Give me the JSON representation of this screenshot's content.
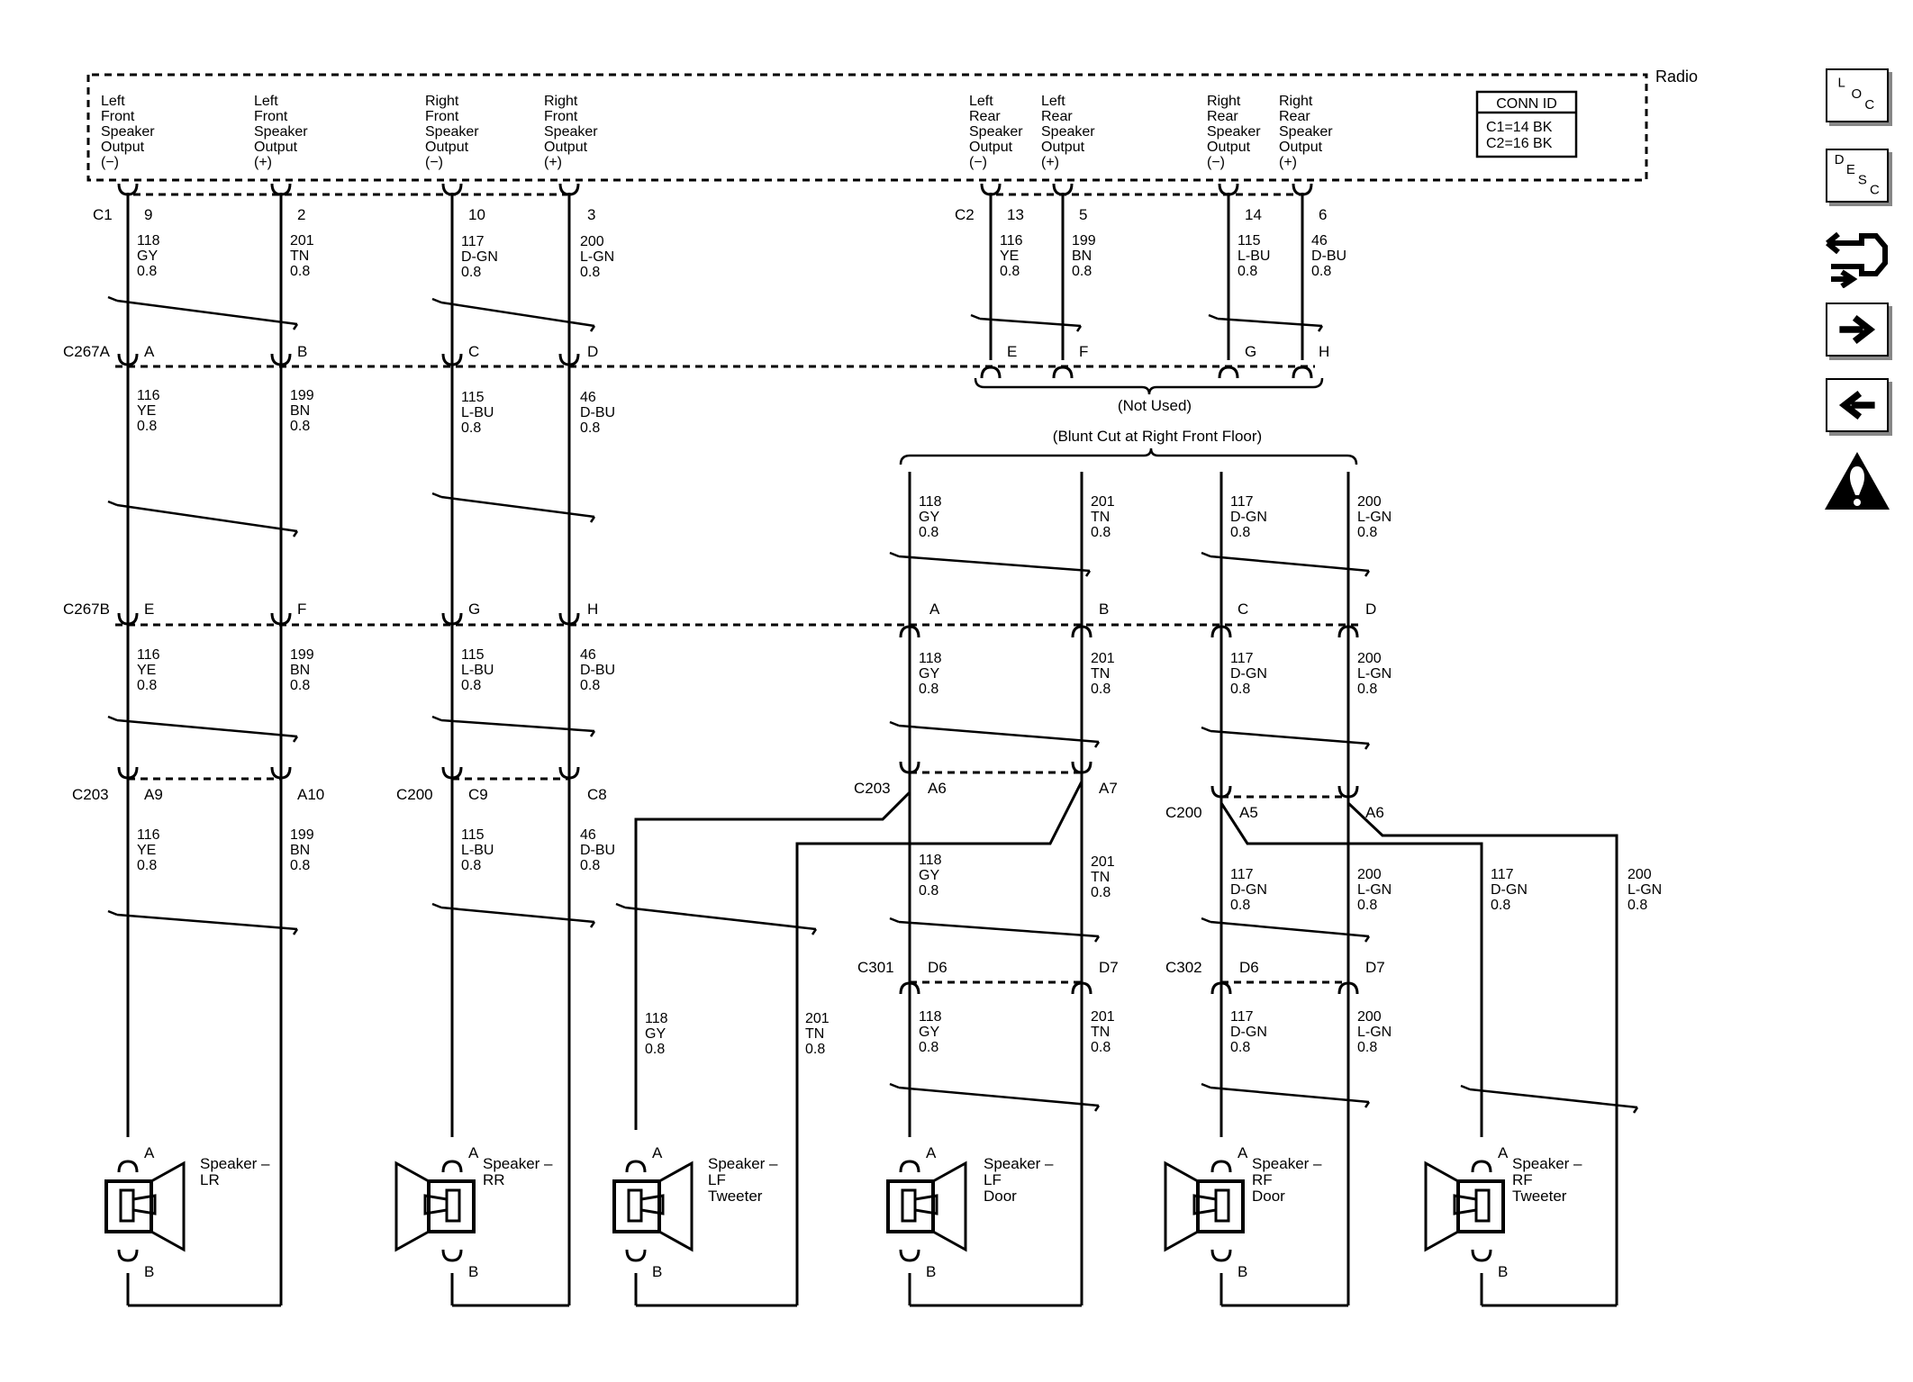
{
  "module": {
    "name": "Radio"
  },
  "conn_id": {
    "title": "CONN ID",
    "rows": [
      "C1=14 BK",
      "C2=16 BK"
    ]
  },
  "radio_outputs": [
    {
      "lines": [
        "Left",
        "Front",
        "Speaker",
        "Output",
        "(−)"
      ]
    },
    {
      "lines": [
        "Left",
        "Front",
        "Speaker",
        "Output",
        "(+)"
      ]
    },
    {
      "lines": [
        "Right",
        "Front",
        "Speaker",
        "Output",
        "(−)"
      ]
    },
    {
      "lines": [
        "Right",
        "Front",
        "Speaker",
        "Output",
        "(+)"
      ]
    },
    {
      "lines": [
        "Left",
        "Rear",
        "Speaker",
        "Output",
        "(−)"
      ]
    },
    {
      "lines": [
        "Left",
        "Rear",
        "Speaker",
        "Output",
        "(+)"
      ]
    },
    {
      "lines": [
        "Right",
        "Rear",
        "Speaker",
        "Output",
        "(−)"
      ]
    },
    {
      "lines": [
        "Right",
        "Rear",
        "Speaker",
        "Output",
        "(+)"
      ]
    }
  ],
  "connectors": {
    "c1": "C1",
    "c2": "C2",
    "c267a": "C267A",
    "c267b": "C267B",
    "c203_left": "C203",
    "c200_left": "C200",
    "c203_right": "C203",
    "c200_right": "C200",
    "c301": "C301",
    "c302": "C302"
  },
  "pins": {
    "c1": [
      "9",
      "2",
      "10",
      "3"
    ],
    "c2": [
      "13",
      "5",
      "14",
      "6"
    ],
    "c267a": [
      "A",
      "B",
      "C",
      "D",
      "E",
      "F",
      "G",
      "H"
    ],
    "c267b": [
      "E",
      "F",
      "G",
      "H",
      "A",
      "B",
      "C",
      "D"
    ],
    "c203_left": [
      "A9",
      "A10"
    ],
    "c200_left": [
      "C9",
      "C8"
    ],
    "c203_right": [
      "A6",
      "A7"
    ],
    "c200_right": [
      "A5",
      "A6"
    ],
    "c301": [
      "D6",
      "D7"
    ],
    "c302": [
      "D6",
      "D7"
    ]
  },
  "wires": {
    "c1_out": [
      [
        "118",
        "GY",
        "0.8"
      ],
      [
        "201",
        "TN",
        "0.8"
      ],
      [
        "117",
        "D-GN",
        "0.8"
      ],
      [
        "200",
        "L-GN",
        "0.8"
      ]
    ],
    "c2_out": [
      [
        "116",
        "YE",
        "0.8"
      ],
      [
        "199",
        "BN",
        "0.8"
      ],
      [
        "115",
        "L-BU",
        "0.8"
      ],
      [
        "46",
        "D-BU",
        "0.8"
      ]
    ],
    "c267a_left": [
      [
        "116",
        "YE",
        "0.8"
      ],
      [
        "199",
        "BN",
        "0.8"
      ],
      [
        "115",
        "L-BU",
        "0.8"
      ],
      [
        "46",
        "D-BU",
        "0.8"
      ]
    ],
    "blunt_right": [
      [
        "118",
        "GY",
        "0.8"
      ],
      [
        "201",
        "TN",
        "0.8"
      ],
      [
        "117",
        "D-GN",
        "0.8"
      ],
      [
        "200",
        "L-GN",
        "0.8"
      ]
    ],
    "c267b_left": [
      [
        "116",
        "YE",
        "0.8"
      ],
      [
        "199",
        "BN",
        "0.8"
      ],
      [
        "115",
        "L-BU",
        "0.8"
      ],
      [
        "46",
        "D-BU",
        "0.8"
      ]
    ],
    "c267b_right": [
      [
        "118",
        "GY",
        "0.8"
      ],
      [
        "201",
        "TN",
        "0.8"
      ],
      [
        "117",
        "D-GN",
        "0.8"
      ],
      [
        "200",
        "L-GN",
        "0.8"
      ]
    ],
    "lower_left": [
      [
        "116",
        "YE",
        "0.8"
      ],
      [
        "199",
        "BN",
        "0.8"
      ],
      [
        "115",
        "L-BU",
        "0.8"
      ],
      [
        "46",
        "D-BU",
        "0.8"
      ]
    ],
    "lower_right": [
      [
        "118",
        "GY",
        "0.8"
      ],
      [
        "201",
        "TN",
        "0.8"
      ],
      [
        "117",
        "D-GN",
        "0.8"
      ],
      [
        "200",
        "L-GN",
        "0.8"
      ]
    ],
    "tweeter_branch": [
      [
        "117",
        "D-GN",
        "0.8"
      ],
      [
        "200",
        "L-GN",
        "0.8"
      ]
    ],
    "lf_tweeter": [
      [
        "118",
        "GY",
        "0.8"
      ],
      [
        "201",
        "TN",
        "0.8"
      ]
    ],
    "door_bottom": [
      [
        "118",
        "GY",
        "0.8"
      ],
      [
        "201",
        "TN",
        "0.8"
      ],
      [
        "117",
        "D-GN",
        "0.8"
      ],
      [
        "200",
        "L-GN",
        "0.8"
      ]
    ]
  },
  "notes": {
    "not_used": "(Not Used)",
    "blunt_cut": "(Blunt Cut at Right Front Floor)"
  },
  "speakers": [
    {
      "lines": [
        "Speaker –",
        "LR"
      ]
    },
    {
      "lines": [
        "Speaker –",
        "RR"
      ]
    },
    {
      "lines": [
        "Speaker –",
        "LF",
        "Tweeter"
      ]
    },
    {
      "lines": [
        "Speaker –",
        "LF",
        "Door"
      ]
    },
    {
      "lines": [
        "Speaker –",
        "RF",
        "Door"
      ]
    },
    {
      "lines": [
        "Speaker –",
        "RF",
        "Tweeter"
      ]
    }
  ],
  "speaker_pins": {
    "top": "A",
    "bottom": "B"
  },
  "nav": {
    "loc": [
      "L",
      "O",
      "C"
    ],
    "desc": [
      "D",
      "E",
      "S",
      "C"
    ],
    "icons": [
      "schematic-connector-icon",
      "arrow-right-icon",
      "arrow-left-icon",
      "caution-icon"
    ]
  }
}
